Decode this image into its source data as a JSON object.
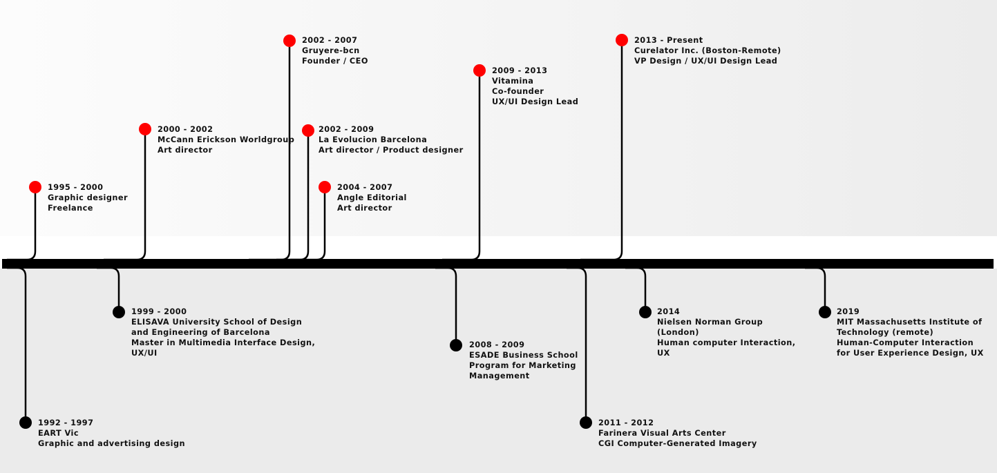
{
  "colors": {
    "work_dot": "#ff0000",
    "education_dot": "#000000",
    "timeline": "#000000"
  },
  "work": [
    {
      "lines": [
        "1995 - 2000",
        "Graphic designer",
        "Freelance"
      ]
    },
    {
      "lines": [
        "2000 - 2002",
        "McCann Erickson Worldgroup",
        "Art director"
      ]
    },
    {
      "lines": [
        "2002 - 2007",
        "Gruyere-bcn",
        "Founder / CEO"
      ]
    },
    {
      "lines": [
        "2002 - 2009",
        "La Evolucion Barcelona",
        "Art director / Product designer"
      ]
    },
    {
      "lines": [
        "2004 - 2007",
        "Angle Editorial",
        "Art director"
      ]
    },
    {
      "lines": [
        "2009 - 2013",
        "Vitamina",
        "Co-founder",
        "UX/UI Design Lead"
      ]
    },
    {
      "lines": [
        "2013 - Present",
        "Curelator Inc. (Boston-Remote)",
        "VP Design / UX/UI Design Lead"
      ]
    }
  ],
  "education": [
    {
      "lines": [
        "1992 - 1997",
        "EART Vic",
        "Graphic and advertising design"
      ]
    },
    {
      "lines": [
        "1999 - 2000",
        "ELISAVA University School of Design",
        "and Engineering of Barcelona",
        "Master in Multimedia Interface Design,",
        "UX/UI"
      ]
    },
    {
      "lines": [
        "2008 - 2009",
        "ESADE Business School",
        "Program for Marketing",
        "Management"
      ]
    },
    {
      "lines": [
        "2011 - 2012",
        "Farinera Visual Arts Center",
        "CGI Computer-Generated Imagery"
      ]
    },
    {
      "lines": [
        "2014",
        "Nielsen Norman Group",
        "(London)",
        "Human computer Interaction,",
        "UX"
      ]
    },
    {
      "lines": [
        "2019",
        "MIT Massachusetts Institute of",
        "Technology (remote)",
        "Human-Computer Interaction",
        "for User Experience Design, UX"
      ]
    }
  ]
}
